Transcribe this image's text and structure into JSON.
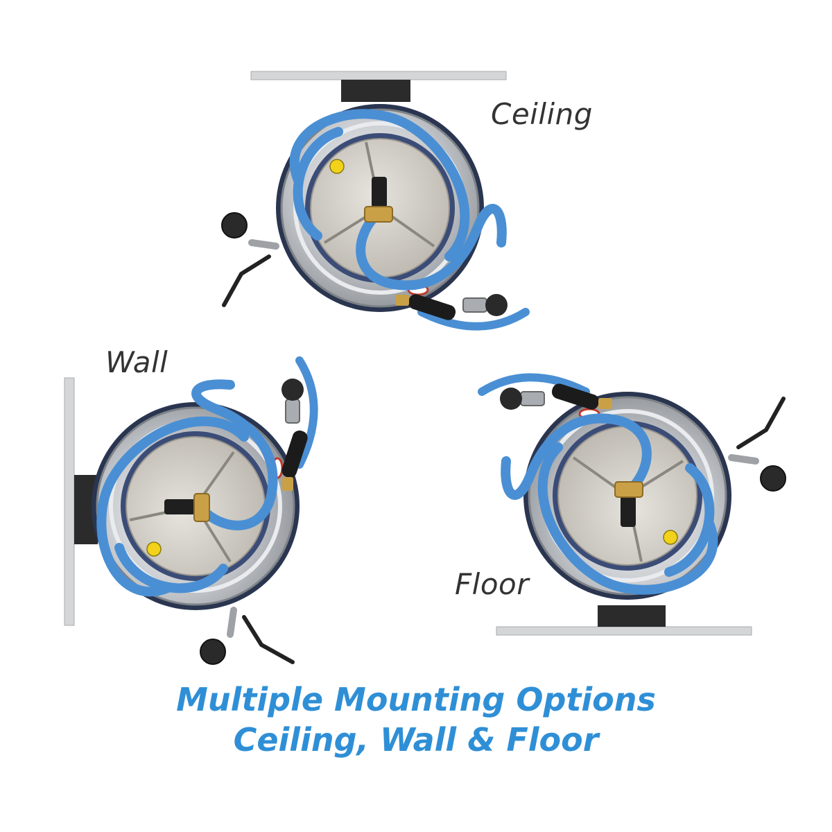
{
  "labels": {
    "ceiling": "Ceiling",
    "wall": "Wall",
    "floor": "Floor"
  },
  "headline": {
    "line1": "Multiple Mounting Options",
    "line2": "Ceiling, Wall & Floor"
  },
  "colors": {
    "hose": "#4a8fd4",
    "headline": "#2f8fd6",
    "label": "#333333",
    "steel": "#c9ccd0",
    "mount_plate": "#d4d6d8",
    "bracket": "#2b2b2b",
    "brass": "#c9a046"
  },
  "icons": {
    "reel": "hose-reel-icon",
    "mount_surface": "mount-plate-icon"
  }
}
